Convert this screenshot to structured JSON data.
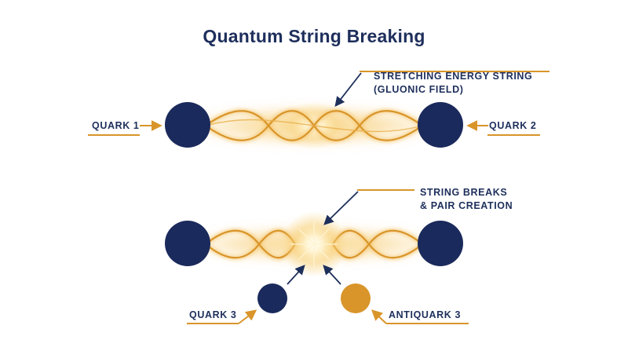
{
  "title": "Quantum String Breaking",
  "colors": {
    "navy": "#1b2a5c",
    "gold": "#d9952a",
    "gold_light": "#f2c46a",
    "text": "#1e2f5c"
  },
  "top": {
    "quark_left_label": "QUARK 1",
    "quark_right_label": "QUARK 2",
    "string_label_line1": "STRETCHING ENERGY STRING",
    "string_label_line2": "(GLUONIC FIELD)"
  },
  "bottom": {
    "break_label_line1": "STRING BREAKS",
    "break_label_line2": "& PAIR CREATION",
    "quark3_label": "QUARK 3",
    "antiquark3_label": "ANTIQUARK 3"
  }
}
